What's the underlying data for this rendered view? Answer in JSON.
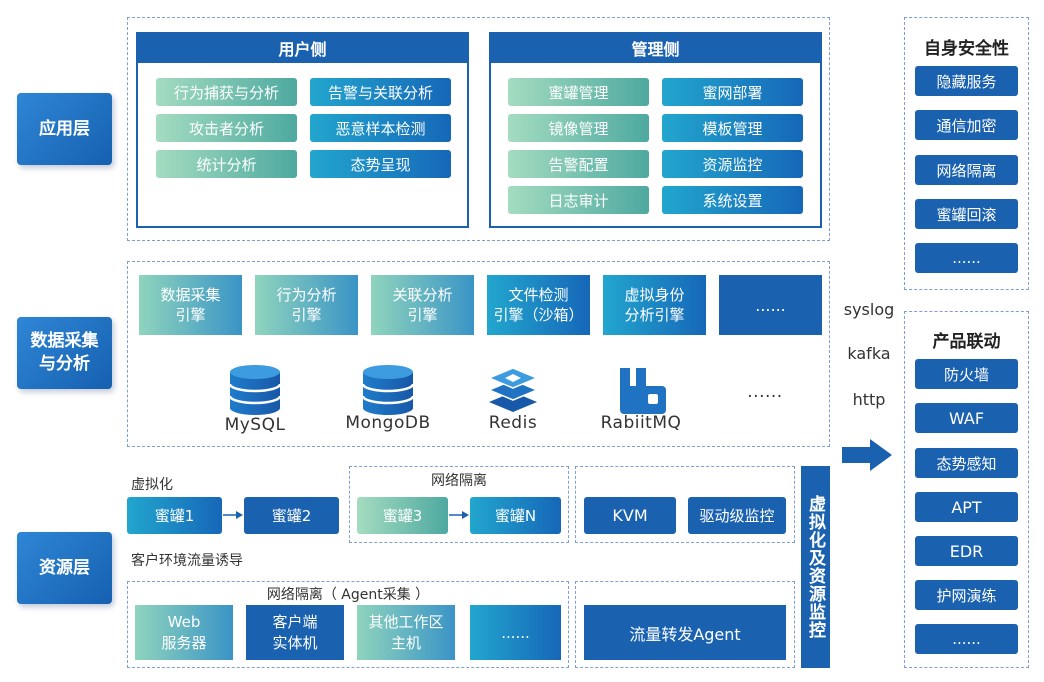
{
  "layers": {
    "app": "应用层",
    "data": "数据采集\n与分析",
    "resource": "资源层"
  },
  "user_side": {
    "title": "用户侧",
    "items": [
      "行为捕获与分析",
      "告警与关联分析",
      "攻击者分析",
      "恶意样本检测",
      "统计分析",
      "态势呈现"
    ]
  },
  "admin_side": {
    "title": "管理侧",
    "items": [
      "蜜罐管理",
      "蜜网部署",
      "镜像管理",
      "模板管理",
      "告警配置",
      "资源监控",
      "日志审计",
      "系统设置"
    ]
  },
  "engines": [
    "数据采集\n引擎",
    "行为分析\n引擎",
    "关联分析\n引擎",
    "文件检测\n引擎（沙箱）",
    "虚拟身份\n分析引擎",
    "......"
  ],
  "databases": [
    "MySQL",
    "MongoDB",
    "Redis",
    "RabiitMQ",
    "......"
  ],
  "resource": {
    "virtualization_label": "虚拟化",
    "honeypot1": "蜜罐1",
    "honeypot2": "蜜罐2",
    "net_isolation_label": "网络隔离",
    "honeypot3": "蜜罐3",
    "honeypotN": "蜜罐N",
    "kvm": "KVM",
    "driver_monitor": "驱动级监控",
    "guide_label": "客户环境流量诱导",
    "agent_isolation_label": "网络隔离（ Agent采集 ）",
    "web_server": "Web\n服务器",
    "client_entity": "客户端\n实体机",
    "other_host": "其他工作区\n主机",
    "more": "......",
    "traffic_agent": "流量转发Agent",
    "virt_monitor": "虚拟化及资源监控"
  },
  "protocols": [
    "syslog",
    "kafka",
    "http"
  ],
  "self_security": {
    "title": "自身安全性",
    "items": [
      "隐藏服务",
      "通信加密",
      "网络隔离",
      "蜜罐回滚",
      "......"
    ]
  },
  "linkage": {
    "title": "产品联动",
    "items": [
      "防火墙",
      "WAF",
      "态势感知",
      "APT",
      "EDR",
      "护网演练",
      "......"
    ]
  },
  "colors": {
    "primary": "#1a62b0",
    "accent_blue": "#22a6ce",
    "accent_green": "#4ea9a0",
    "dash_border": "#7f9ed8"
  }
}
